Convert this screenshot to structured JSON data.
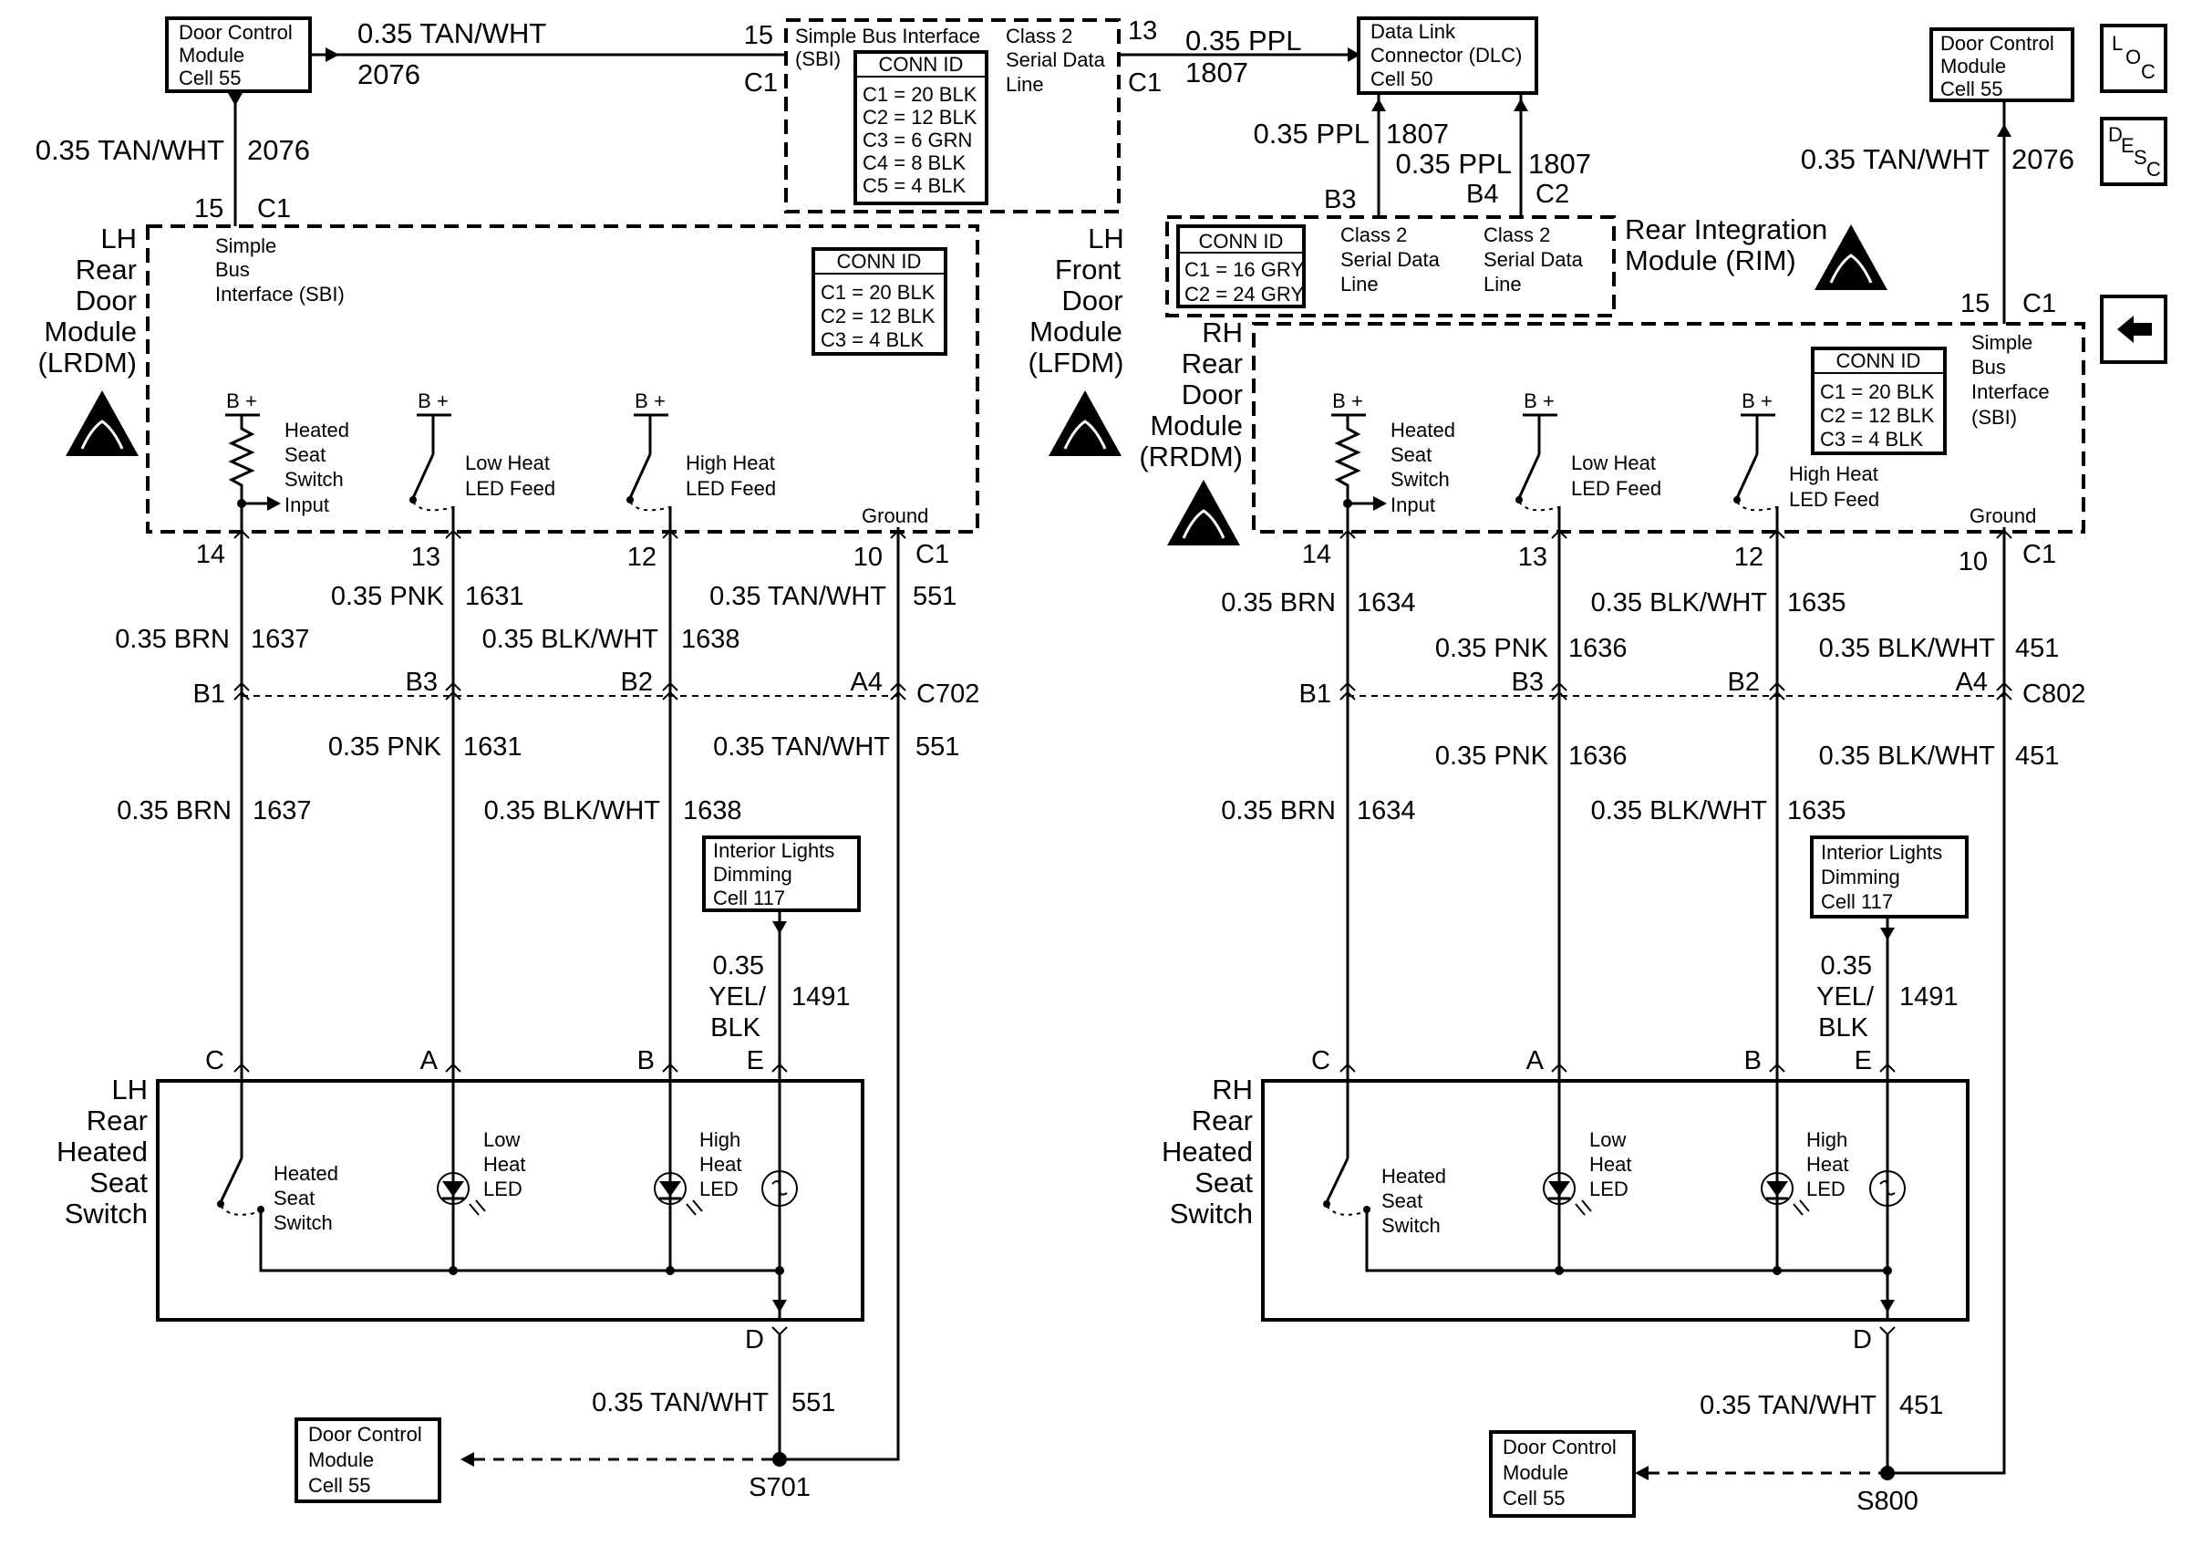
{
  "top": {
    "door_control_module_left": [
      "Door Control",
      "Module",
      "Cell 55"
    ],
    "door_control_module_right": [
      "Door Control",
      "Module",
      "Cell 55"
    ],
    "wire_top_left": "0.35 TAN/WHT",
    "circuit_top_left": "2076",
    "wire_left_drop": "0.35 TAN/WHT",
    "circuit_left_drop": "2076",
    "wire_right_drop": "0.35 TAN/WHT",
    "circuit_right_drop": "2076",
    "lfdm_sbi_pin_left": "15",
    "lfdm_sbi_conn_left": "C1",
    "lfdm_pin_right": "13",
    "lfdm_conn_right": "C1",
    "lfdm_sbi_label": "Simple Bus Interface",
    "lfdm_sbi_abbr": "(SBI)",
    "lfdm_class2": [
      "Class 2",
      "Serial Data",
      "Line"
    ],
    "lfdm_conn_id_title": "CONN ID",
    "lfdm_conn_id_rows": [
      "C1 = 20 BLK",
      "C2 = 12 BLK",
      "C3 = 6 GRN",
      "C4 = 8 BLK",
      "C5 = 4 BLK"
    ],
    "lfdm_name": [
      "LH",
      "Front",
      "Door",
      "Module",
      "(LFDM)"
    ],
    "wire_dlc": "0.35 PPL",
    "circuit_dlc": "1807",
    "dlc_box": [
      "Data Link",
      "Connector (DLC)",
      "Cell 50"
    ],
    "wire_rim_b3": "0.35 PPL",
    "circuit_rim_b3": "1807",
    "wire_rim_b4": "0.35 PPL",
    "circuit_rim_b4": "1807",
    "rim_pin_b3": "B3",
    "rim_pin_b4": "B4",
    "rim_conn_c2": "C2",
    "rim_conn_id_title": "CONN ID",
    "rim_conn_id_rows": [
      "C1 = 16 GRY",
      "C2 = 24 GRY"
    ],
    "rim_class2_left": [
      "Class 2",
      "Serial Data",
      "Line"
    ],
    "rim_class2_right": [
      "Class 2",
      "Serial Data",
      "Line"
    ],
    "rim_name": [
      "Rear Integration",
      "Module (RIM)"
    ],
    "loc_icon": [
      "L",
      "O",
      "C"
    ],
    "desc_icon": [
      "D",
      "E",
      "S",
      "C"
    ],
    "back_icon": "←"
  },
  "lh": {
    "module_pin_top": "15",
    "module_conn_top": "C1",
    "module_name": [
      "LH",
      "Rear",
      "Door",
      "Module",
      "(LRDM)"
    ],
    "sbi": [
      "Simple",
      "Bus",
      "Interface (SBI)"
    ],
    "conn_id_title": "CONN ID",
    "conn_id_rows": [
      "C1 = 20 BLK",
      "C2 = 12 BLK",
      "C3 = 4 BLK"
    ],
    "bplus": [
      "B +",
      "B +",
      "B +"
    ],
    "heated_seat_input": [
      "Heated",
      "Seat",
      "Switch",
      "Input"
    ],
    "low_heat_feed": [
      "Low Heat",
      "LED Feed"
    ],
    "high_heat_feed": [
      "High Heat",
      "LED Feed"
    ],
    "ground": "Ground",
    "pins": [
      "14",
      "13",
      "12",
      "10"
    ],
    "pins_conn": "C1",
    "upper_wires": [
      {
        "color": "0.35 BRN",
        "circuit": "1637"
      },
      {
        "color": "0.35 PNK",
        "circuit": "1631"
      },
      {
        "color": "0.35 BLK/WHT",
        "circuit": "1638"
      },
      {
        "color": "0.35 TAN/WHT",
        "circuit": "551"
      }
    ],
    "inline_pins": [
      "B1",
      "B3",
      "B2",
      "A4"
    ],
    "inline_conn": "C702",
    "lower_wires": [
      {
        "color": "0.35 BRN",
        "circuit": "1637"
      },
      {
        "color": "0.35 PNK",
        "circuit": "1631"
      },
      {
        "color": "0.35 BLK/WHT",
        "circuit": "1638"
      },
      {
        "color": "0.35 TAN/WHT",
        "circuit": "551"
      }
    ],
    "interior_lights": [
      "Interior Lights",
      "Dimming",
      "Cell 117"
    ],
    "dimming_wire": [
      "0.35",
      "YEL/",
      "BLK"
    ],
    "dimming_circuit": "1491",
    "switch_pins": [
      "C",
      "A",
      "B",
      "E"
    ],
    "switch_name": [
      "LH",
      "Rear",
      "Heated",
      "Seat",
      "Switch"
    ],
    "heated_seat_switch": [
      "Heated",
      "Seat",
      "Switch"
    ],
    "low_heat_led": [
      "Low",
      "Heat",
      "LED"
    ],
    "high_heat_led": [
      "High",
      "Heat",
      "LED"
    ],
    "ground_pin": "D",
    "ground_wire": "0.35 TAN/WHT",
    "ground_circuit": "551",
    "splice": "S701",
    "dcm_bottom": [
      "Door Control",
      "Module",
      "Cell 55"
    ]
  },
  "rh": {
    "module_pin_top": "15",
    "module_conn_top": "C1",
    "module_name": [
      "RH",
      "Rear",
      "Door",
      "Module",
      "(RRDM)"
    ],
    "sbi": [
      "Simple",
      "Bus",
      "Interface",
      "(SBI)"
    ],
    "conn_id_title": "CONN ID",
    "conn_id_rows": [
      "C1 = 20 BLK",
      "C2 = 12 BLK",
      "C3 = 4 BLK"
    ],
    "bplus": [
      "B +",
      "B +",
      "B +"
    ],
    "heated_seat_input": [
      "Heated",
      "Seat",
      "Switch",
      "Input"
    ],
    "low_heat_feed": [
      "Low Heat",
      "LED Feed"
    ],
    "high_heat_feed": [
      "High Heat",
      "LED Feed"
    ],
    "ground": "Ground",
    "pins": [
      "14",
      "13",
      "12",
      "10"
    ],
    "pins_conn": "C1",
    "upper_wires": [
      {
        "color": "0.35 BRN",
        "circuit": "1634"
      },
      {
        "color": "0.35 PNK",
        "circuit": "1636"
      },
      {
        "color": "0.35 BLK/WHT",
        "circuit": "1635"
      },
      {
        "color": "0.35 BLK/WHT",
        "circuit": "451"
      }
    ],
    "inline_pins": [
      "B1",
      "B3",
      "B2",
      "A4"
    ],
    "inline_conn": "C802",
    "lower_wires": [
      {
        "color": "0.35 BRN",
        "circuit": "1634"
      },
      {
        "color": "0.35 PNK",
        "circuit": "1636"
      },
      {
        "color": "0.35 BLK/WHT",
        "circuit": "1635"
      },
      {
        "color": "0.35 BLK/WHT",
        "circuit": "451"
      }
    ],
    "interior_lights": [
      "Interior Lights",
      "Dimming",
      "Cell 117"
    ],
    "dimming_wire": [
      "0.35",
      "YEL/",
      "BLK"
    ],
    "dimming_circuit": "1491",
    "switch_pins": [
      "C",
      "A",
      "B",
      "E"
    ],
    "switch_name": [
      "RH",
      "Rear",
      "Heated",
      "Seat",
      "Switch"
    ],
    "heated_seat_switch": [
      "Heated",
      "Seat",
      "Switch"
    ],
    "low_heat_led": [
      "Low",
      "Heat",
      "LED"
    ],
    "high_heat_led": [
      "High",
      "Heat",
      "LED"
    ],
    "ground_pin": "D",
    "ground_wire": "0.35 TAN/WHT",
    "ground_circuit": "451",
    "splice": "S800",
    "dcm_bottom": [
      "Door Control",
      "Module",
      "Cell 55"
    ]
  }
}
